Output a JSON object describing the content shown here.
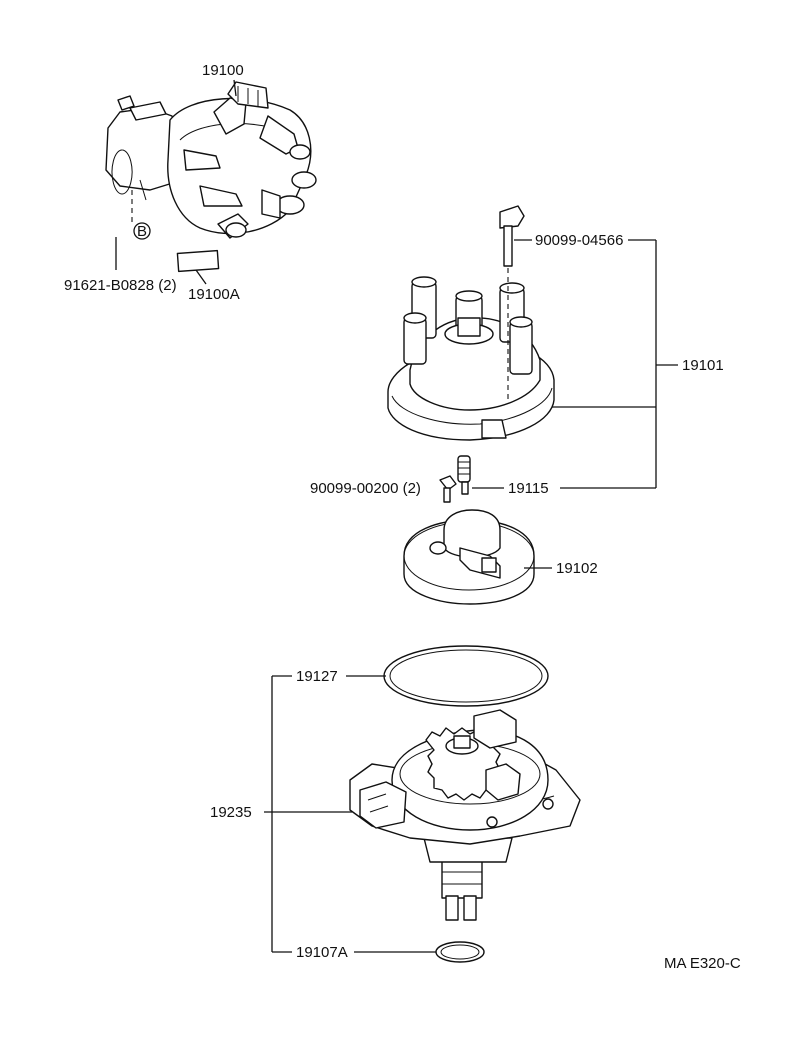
{
  "diagram": {
    "ref_code": "MA E320-C",
    "callouts": {
      "assembly": "19100",
      "clamp_bolt": "91621-B0828 (2)",
      "label_plate": "19100A",
      "marker": "B",
      "cap_screw": "90099-04566",
      "cap": "19101",
      "cap_screws": "90099-00200 (2)",
      "carbon_brush": "19115",
      "rotor": "19102",
      "o_ring": "19127",
      "housing": "19235",
      "shaft_o_ring": "19107A"
    }
  }
}
